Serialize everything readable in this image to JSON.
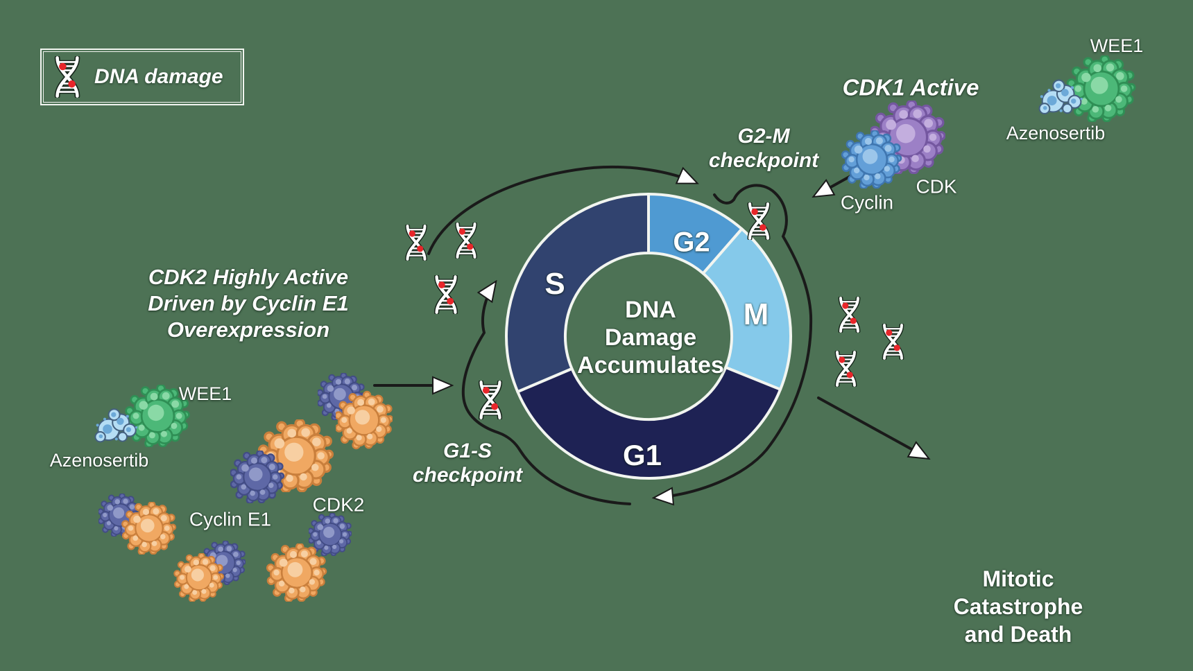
{
  "colors": {
    "background": "#4d7255",
    "phase_s": "#31436f",
    "phase_g2": "#4f9ad2",
    "phase_m": "#85c9ea",
    "phase_g1": "#1e2254",
    "arrow_line": "#1a1a1a",
    "arrowhead": "#ffffff",
    "dna_strand": "#ffffff",
    "dna_damage_dot": "#e8262a",
    "wee1_green": "#4cb878",
    "azenosertib_blue": "#b5ddf4",
    "cyclin_blue": "#639fd8",
    "cdk_purple": "#9c80c6",
    "cyclin_e1_orange": "#f0a862",
    "cdk2_indigo": "#5e68a6"
  },
  "legend": {
    "dna_damage_label": "DNA damage"
  },
  "cell_cycle": {
    "phases": [
      {
        "id": "s",
        "label": "S"
      },
      {
        "id": "g2",
        "label": "G2"
      },
      {
        "id": "m",
        "label": "M"
      },
      {
        "id": "g1",
        "label": "G1"
      }
    ],
    "center_text": "DNA\nDamage\nAccumulates"
  },
  "checkpoints": {
    "g1_s": "G1-S\ncheckpoint",
    "g2_m": "G2-M\ncheckpoint"
  },
  "annotations": {
    "cdk2_overexpression": "CDK2 Highly Active\nDriven by Cyclin E1\nOverexpression",
    "cdk1_active": "CDK1 Active",
    "mitotic_catastrophe": "Mitotic Catastrophe\nand Death"
  },
  "proteins": {
    "wee1_top": "WEE1",
    "azenosertib_top": "Azenosertib",
    "cyclin": "Cyclin",
    "cdk": "CDK",
    "wee1_left": "WEE1",
    "azenosertib_left": "Azenosertib",
    "cdk2": "CDK2",
    "cyclin_e1": "Cyclin E1"
  }
}
